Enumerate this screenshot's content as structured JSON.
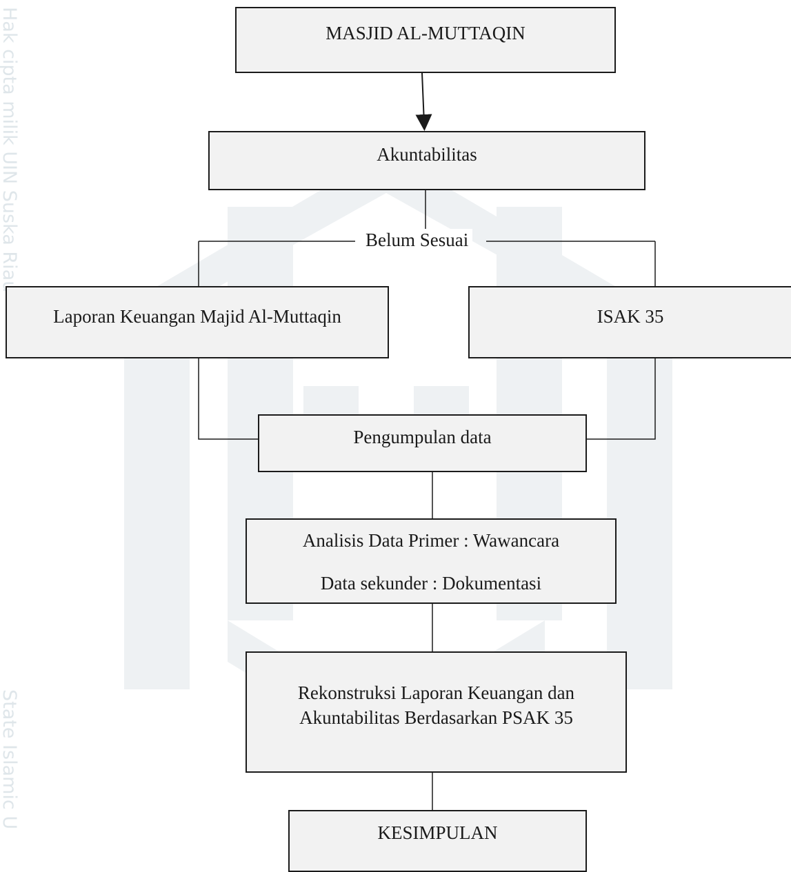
{
  "watermark": {
    "side_text_1": "Hak cipta milik UIN Suska Riau",
    "side_text_2": "State Islamic U",
    "color": "#dfe6ea"
  },
  "diagram": {
    "nodes": {
      "masjid": "MASJID AL-MUTTAQIN",
      "akuntabilitas": "Akuntabilitas",
      "laporan": "Laporan Keuangan Majid Al-Muttaqin",
      "isak": "ISAK 35",
      "pengumpulan": "Pengumpulan data",
      "analisis_line1": "Analisis Data Primer : Wawancara",
      "analisis_line2": "Data sekunder : Dokumentasi",
      "rekonstruksi_line1": "Rekonstruksi Laporan Keuangan dan",
      "rekonstruksi_line2": "Akuntabilitas Berdasarkan PSAK 35",
      "kesimpulan": "KESIMPULAN"
    },
    "edge_labels": {
      "belum_sesuai": "Belum Sesuai"
    }
  }
}
